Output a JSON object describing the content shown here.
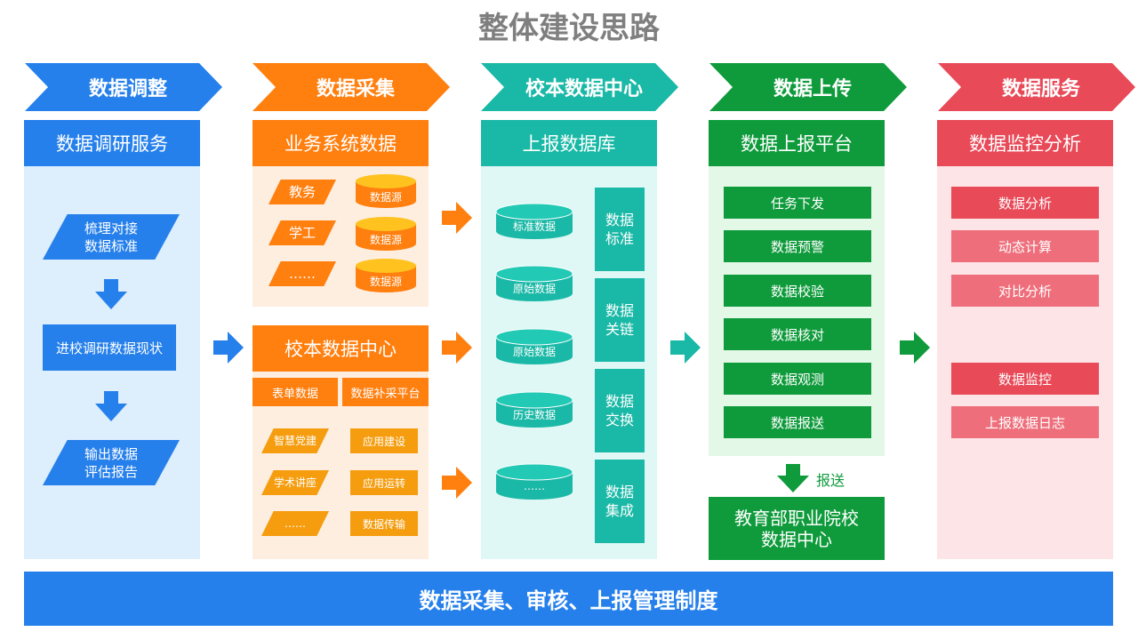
{
  "title": "整体建设思路",
  "colors": {
    "blue": "#2680eb",
    "orange": "#ff7f0f",
    "teal": "#1ab8a6",
    "green": "#0f9b3c",
    "red": "#e84a58",
    "blue_bg": "#ddeefc",
    "orange_bg": "#feeee0",
    "teal_bg": "#dff8f5",
    "green_bg": "#e3f8e6",
    "red_bg": "#fde4e6"
  },
  "stages": [
    {
      "label": "数据调整"
    },
    {
      "label": "数据采集"
    },
    {
      "label": "校本数据中心"
    },
    {
      "label": "数据上传"
    },
    {
      "label": "数据服务"
    }
  ],
  "col1": {
    "header": "数据调研服务",
    "step1_line1": "梳理对接",
    "step1_line2": "数据标准",
    "step2": "进校调研数据现状",
    "step3_line1": "输出数据",
    "step3_line2": "评估报告"
  },
  "col2": {
    "header_top": "业务系统数据",
    "sources": [
      {
        "tag": "教务",
        "db": "数据源"
      },
      {
        "tag": "学工",
        "db": "数据源"
      },
      {
        "tag": "……",
        "db": "数据源"
      }
    ],
    "header_bottom": "校本数据中心",
    "sub_left": "表单数据",
    "sub_right": "数据补采平台",
    "apps": [
      {
        "left": "智慧党建",
        "right": "应用建设"
      },
      {
        "left": "学术讲座",
        "right": "应用运转"
      },
      {
        "left": "……",
        "right": "数据传输"
      }
    ]
  },
  "col3": {
    "header": "上报数据库",
    "cylinders": [
      "标准数据",
      "原始数据",
      "原始数据",
      "历史数据",
      "……"
    ],
    "blocks": [
      {
        "line1": "数据",
        "line2": "标准"
      },
      {
        "line1": "数据",
        "line2": "关链"
      },
      {
        "line1": "数据",
        "line2": "交换"
      },
      {
        "line1": "数据",
        "line2": "集成"
      }
    ]
  },
  "col4": {
    "header": "数据上报平台",
    "items": [
      "任务下发",
      "数据预警",
      "数据校验",
      "数据核对",
      "数据观测",
      "数据报送"
    ],
    "send_label": "报送",
    "target_line1": "教育部职业院校",
    "target_line2": "数据中心"
  },
  "col5": {
    "header": "数据监控分析",
    "items": [
      "数据分析",
      "动态计算",
      "对比分析",
      "数据监控",
      "上报数据日志"
    ]
  },
  "footer": "数据采集、审核、上报管理制度"
}
